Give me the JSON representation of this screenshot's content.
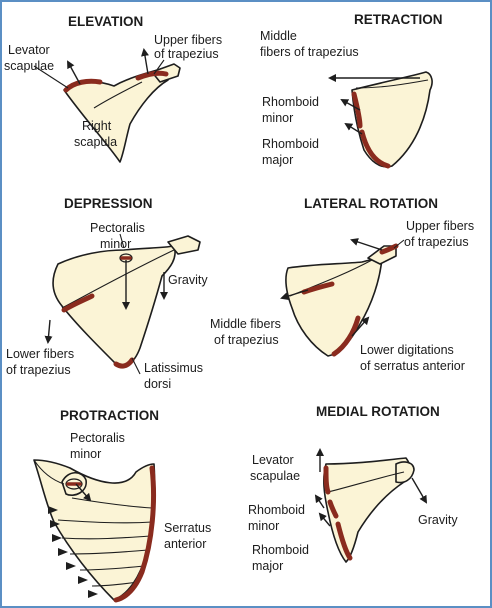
{
  "panels": {
    "elevation": {
      "title": "ELEVATION",
      "levator": [
        "Levator",
        "scapulae"
      ],
      "upper_fibers": [
        "Upper fibers",
        "of trapezius"
      ],
      "bone_label": [
        "Right",
        "scapula"
      ]
    },
    "retraction": {
      "title": "RETRACTION",
      "middle_fibers": [
        "Middle",
        "fibers of trapezius"
      ],
      "rhomboid_minor": [
        "Rhomboid",
        "minor"
      ],
      "rhomboid_major": [
        "Rhomboid",
        "major"
      ]
    },
    "depression": {
      "title": "DEPRESSION",
      "pectoralis_minor": [
        "Pectoralis",
        "minor"
      ],
      "gravity": "Gravity",
      "lower_fibers": [
        "Lower fibers",
        "of trapezius"
      ],
      "latissimus": [
        "Latissimus",
        "dorsi"
      ]
    },
    "lateral_rotation": {
      "title": "LATERAL ROTATION",
      "upper_fibers": [
        "Upper fibers",
        "of trapezius"
      ],
      "middle_fibers": [
        "Middle fibers",
        "of trapezius"
      ],
      "lower_digitations": [
        "Lower digitations",
        "of serratus anterior"
      ]
    },
    "protraction": {
      "title": "PROTRACTION",
      "pectoralis_minor": [
        "Pectoralis",
        "minor"
      ],
      "serratus": [
        "Serratus",
        "anterior"
      ]
    },
    "medial_rotation": {
      "title": "MEDIAL ROTATION",
      "levator": [
        "Levator",
        "scapulae"
      ],
      "rhomboid_minor": [
        "Rhomboid",
        "minor"
      ],
      "gravity": "Gravity",
      "rhomboid_major": [
        "Rhomboid",
        "major"
      ]
    }
  },
  "colors": {
    "bone_fill": "#fbf4d6",
    "muscle_hatch": "#8a2b1e",
    "frame_border": "#5b8fc4"
  }
}
